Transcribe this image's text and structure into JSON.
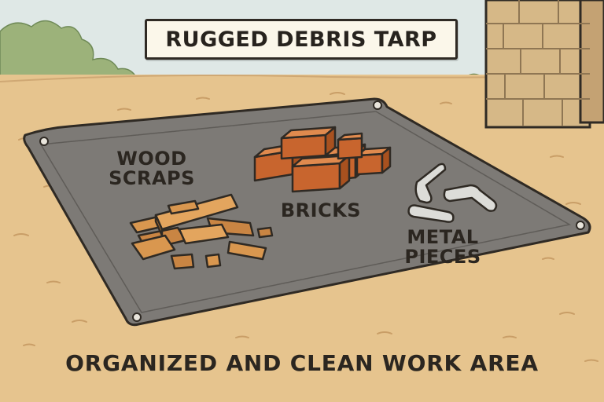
{
  "title": "RUGGED DEBRIS TARP",
  "labels": {
    "wood_line1": "WOOD",
    "wood_line2": "SCRAPS",
    "bricks": "BRICKS",
    "metal_line1": "METAL",
    "metal_line2": "PIECES"
  },
  "caption": "ORGANIZED AND CLEAN WORK AREA",
  "colors": {
    "sky": "#dfe8e6",
    "ground": "#e6c48e",
    "tarp": "#7d7a76",
    "tarp_edge": "#6a6763",
    "wall": "#d6b887",
    "brick": "#d0743a",
    "wood": "#d9974f",
    "metal": "#dcdcd8",
    "outline": "#2f2a24"
  }
}
